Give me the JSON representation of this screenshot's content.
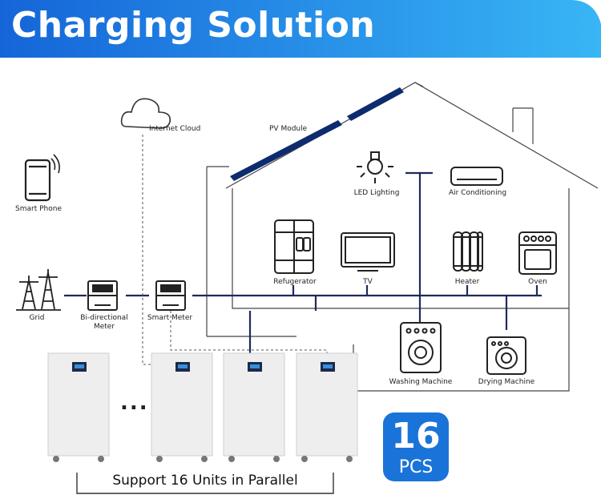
{
  "header": {
    "title": "Charging Solution"
  },
  "labels": {
    "internet_cloud": "Internet Cloud",
    "pv_module": "PV Module",
    "smart_phone": "Smart Phone",
    "led_lighting": "LED Lighting",
    "air_conditioning": "Air Conditioning",
    "refrigerator": "Refugerator",
    "tv": "TV",
    "heater": "Heater",
    "oven": "Oven",
    "grid": "Grid",
    "bidirectional_meter_line1": "Bi-directional",
    "bidirectional_meter_line2": "Meter",
    "smart_meter": "Smart Meter",
    "washing_machine": "Washing Machine",
    "drying_machine": "Drying Machine"
  },
  "battery_gap": "...",
  "badge": {
    "number": "16",
    "unit": "PCS"
  },
  "caption": "Support 16 Units in Parallel",
  "colors": {
    "banner_start": "#1565d8",
    "banner_end": "#38b6f5",
    "badge": "#1a73d9",
    "line": "#1d2a5c",
    "panel": "#0d2b6e"
  },
  "icons": [
    "cloud-icon",
    "solar-panel-icon",
    "phone-icon",
    "bulb-icon",
    "air-conditioner-icon",
    "fridge-icon",
    "tv-icon",
    "heater-icon",
    "oven-icon",
    "pylon-icon",
    "meter-icon",
    "washing-machine-icon",
    "dryer-icon",
    "battery-cabinet-icon"
  ]
}
